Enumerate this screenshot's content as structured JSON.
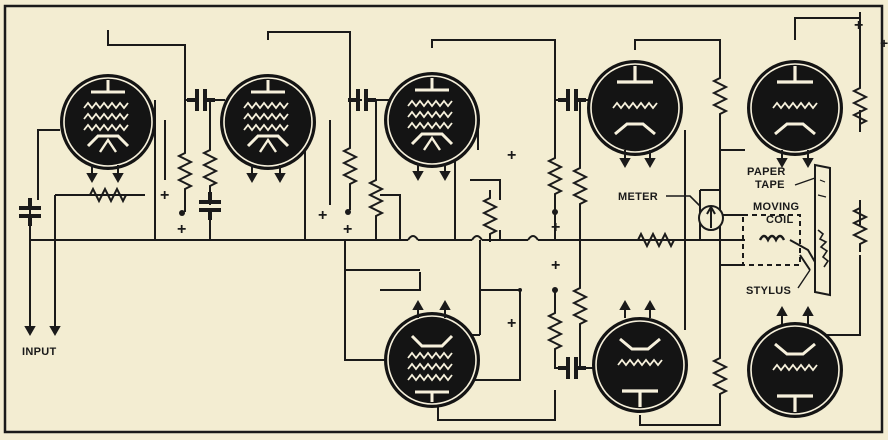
{
  "labels": {
    "input": "INPUT",
    "meter": "METER",
    "paper_tape": [
      "PAPER",
      "TAPE"
    ],
    "moving_coil": [
      "MOVING",
      "COIL"
    ],
    "stylus": "STYLUS"
  },
  "polarity_marks": [
    "+",
    "+",
    "+",
    "+",
    "+",
    "+",
    "+",
    "+",
    "+",
    "+"
  ],
  "colors": {
    "paper": "#f3edd2",
    "ink": "#1a1a1a",
    "tube_fill": "#141414",
    "tube_ring": "#f7f1dc"
  },
  "components": {
    "vacuum_tubes": 8,
    "coupling_capacitors": 5
  }
}
